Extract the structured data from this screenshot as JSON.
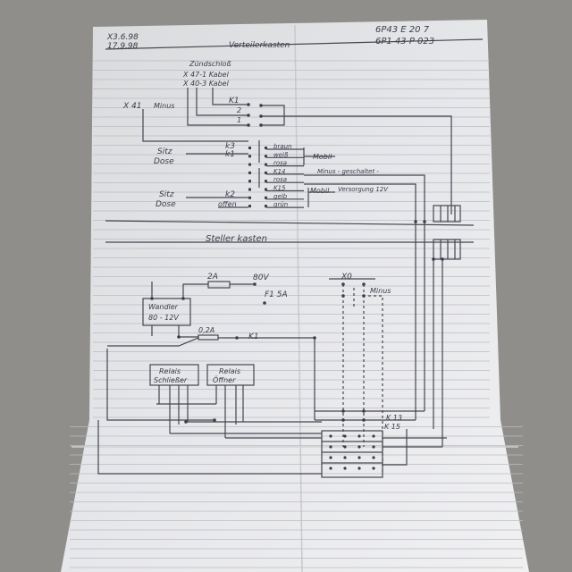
{
  "header": {
    "date1": "X3.6.98",
    "date2": "17.9.98",
    "title": "Verteilerkasten",
    "code1": "6P43 E 20 7",
    "code2": "6P1 43 P 023"
  },
  "top_section": {
    "zuendschloss": "Zündschloß",
    "x47": "X 47-1 Kabel",
    "x40": "X 40-3 Kabel",
    "x41": "X 41",
    "minus": "Minus",
    "k1": "K1",
    "pin2": "2",
    "pin1": "1",
    "k3": "k3",
    "k1b": "k1",
    "sitz1": "Sitz",
    "dose1": "Dose",
    "sitz2": "Sitz",
    "dose2": "Dose",
    "k2": "k2",
    "offen": "offen",
    "wires": [
      "braun",
      "weiß",
      "rosa",
      "K14",
      "rosa",
      "K15",
      "gelb",
      "grün"
    ],
    "mobil1": "Mobil",
    "minus_geschaltet": "Minus - geschaltet -",
    "mobil2": "Mobil",
    "versorgung": "Versorgung 12V"
  },
  "bottom_section": {
    "title": "Steller kasten",
    "fuse_2a": "2A",
    "v80": "80V",
    "f1": "F1 5A",
    "x0": "X0",
    "minus": "Minus",
    "wandler_line1": "Wandler",
    "wandler_line2": "80 - 12V",
    "fuse_02a": "0,2A",
    "k1": "K1",
    "relais1_line1": "Relais",
    "relais1_line2": "Schließer",
    "relais2_line1": "Relais",
    "relais2_line2": "Öffner",
    "k13": "K 13",
    "k15": "K 15"
  }
}
